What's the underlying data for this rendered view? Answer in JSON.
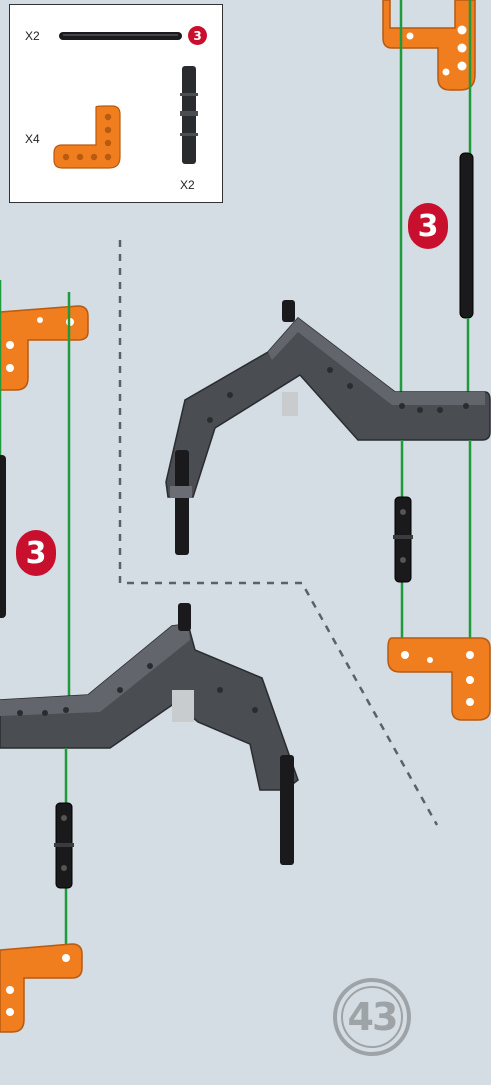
{
  "parts_list": {
    "axle": {
      "quantity": "X2",
      "size": "3",
      "icon": "black-axle-icon"
    },
    "l_beam": {
      "quantity": "X4",
      "icon": "orange-l-beam-icon"
    },
    "connector": {
      "quantity": "X2",
      "icon": "black-connector-pin-icon"
    }
  },
  "callouts": [
    {
      "label": "3"
    },
    {
      "label": "3"
    }
  ],
  "page_number": "43",
  "colors": {
    "background": "#d3dde3",
    "orange_part": "#f07d1e",
    "dark_beam": "#4a4d52",
    "guide_line": "#1f9a3c",
    "callout_red": "#c8102e"
  }
}
